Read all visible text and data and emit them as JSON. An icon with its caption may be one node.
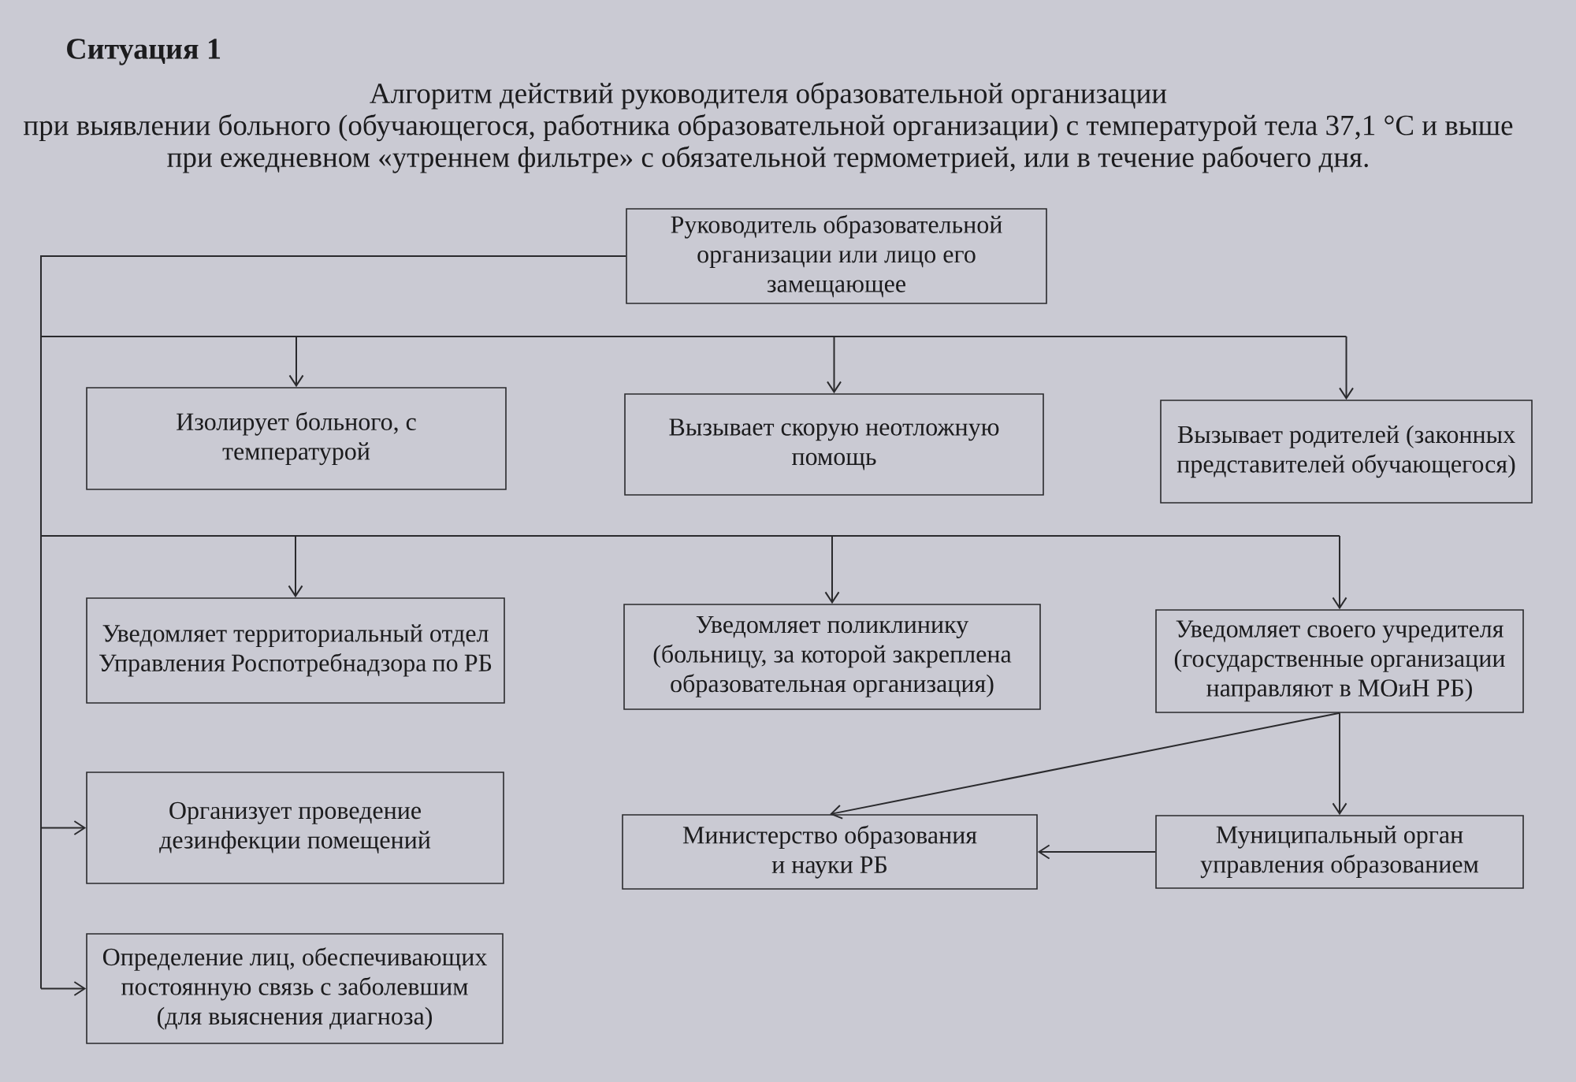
{
  "diagram": {
    "title": "Алгоритм действий руководителя образовательной организации при выявлении больного (обучающегося, работника образовательной организации) с температурой тела 37,1 °C и выше при ежедневном «утреннем фильтре» с обязательной термометрией, или в течение рабочего дня.",
    "nodes": [
      {
        "text": [
          "Руководитель образовательной организации или лицо его замещающее"
        ]
      },
      {
        "text": [
          "Изолирует больного, с температурой"
        ]
      },
      {
        "text": [
          "Вызывает скорую неотложную помощь"
        ]
      },
      {
        "text": [
          "Вызывает родителей (законных представителей обучающегося)"
        ]
      },
      {
        "text": [
          "Уведомляет территориальный отдел Управления Роспотребнадзора по РБ"
        ]
      },
      {
        "text": [
          "Уведомляет поликлинику (больницу, за которой закреплена образовательная организация)"
        ]
      },
      {
        "text": [
          "Уведомляет своего учредителя (государственные организации направляют в МОиН РБ)"
        ]
      },
      {
        "text": [
          "Организует проведение дезинфекции помещений"
        ]
      },
      {
        "text": [
          "Министерство образования и науки РБ"
        ]
      },
      {
        "text": [
          "Муниципальный орган управления образованием"
        ]
      },
      {
        "text": [
          "Определение лиц, обеспечивающих постоянную связь с заболевшим (для выяснения диагноза)"
        ]
      }
    ],
    "edges": [
      {
        "from": 0,
        "to": 1,
        "arrow": "to"
      },
      {
        "from": 0,
        "to": 2,
        "arrow": "to"
      },
      {
        "from": 0,
        "to": 3,
        "arrow": "to"
      },
      {
        "from": 0,
        "to": 4,
        "arrow": "to"
      },
      {
        "from": 0,
        "to": 5,
        "arrow": "to"
      },
      {
        "from": 0,
        "to": 6,
        "arrow": "to"
      },
      {
        "from": 0,
        "to": 7,
        "arrow": "to"
      },
      {
        "from": 0,
        "to": 10,
        "arrow": "to"
      },
      {
        "from": 6,
        "to": 8,
        "arrow": "to"
      },
      {
        "from": 6,
        "to": 9,
        "arrow": "to"
      },
      {
        "from": 9,
        "to": 8,
        "arrow": "to"
      }
    ],
    "labels": [
      "Ситуация 1"
    ]
  }
}
